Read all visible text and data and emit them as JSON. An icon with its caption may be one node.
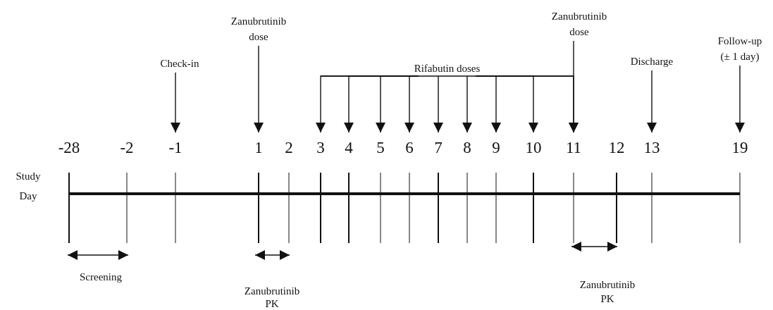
{
  "diagram": {
    "nodes": [
      {
        "text": [
          "Check-in"
        ]
      },
      {
        "text": [
          "Zanubrutinib dose"
        ]
      },
      {
        "text": [
          "Rifabutin doses"
        ]
      },
      {
        "text": [
          "Zanubrutinib dose"
        ]
      },
      {
        "text": [
          "Discharge"
        ]
      },
      {
        "text": [
          "Follow-up (± 1 day)"
        ]
      },
      {
        "text": [
          "-28"
        ]
      },
      {
        "text": [
          "-2"
        ]
      },
      {
        "text": [
          "-1"
        ]
      },
      {
        "text": [
          "1"
        ]
      },
      {
        "text": [
          "2"
        ]
      },
      {
        "text": [
          "3"
        ]
      },
      {
        "text": [
          "4"
        ]
      },
      {
        "text": [
          "5"
        ]
      },
      {
        "text": [
          "6"
        ]
      },
      {
        "text": [
          "7"
        ]
      },
      {
        "text": [
          "8"
        ]
      },
      {
        "text": [
          "9"
        ]
      },
      {
        "text": [
          "10"
        ]
      },
      {
        "text": [
          "11"
        ]
      },
      {
        "text": [
          "12"
        ]
      },
      {
        "text": [
          "13"
        ]
      },
      {
        "text": [
          "19"
        ]
      }
    ],
    "edges": [
      {
        "from": 0,
        "to": 8,
        "arrow": "to"
      },
      {
        "from": 1,
        "to": 9,
        "arrow": "to"
      },
      {
        "from": 2,
        "to": 11,
        "arrow": "to"
      },
      {
        "from": 2,
        "to": 12,
        "arrow": "to"
      },
      {
        "from": 2,
        "to": 13,
        "arrow": "to"
      },
      {
        "from": 2,
        "to": 14,
        "arrow": "to"
      },
      {
        "from": 2,
        "to": 15,
        "arrow": "to"
      },
      {
        "from": 2,
        "to": 16,
        "arrow": "to"
      },
      {
        "from": 2,
        "to": 17,
        "arrow": "to"
      },
      {
        "from": 2,
        "to": 18,
        "arrow": "to"
      },
      {
        "from": 2,
        "to": 19,
        "arrow": "to"
      },
      {
        "from": 3,
        "to": 19,
        "arrow": "to"
      },
      {
        "from": 4,
        "to": 21,
        "arrow": "to"
      },
      {
        "from": 5,
        "to": 22,
        "arrow": "to"
      }
    ],
    "labels": [
      "Study Day",
      "Screening",
      "Zanubrutinib PK",
      "Zanubrutinib PK"
    ]
  }
}
